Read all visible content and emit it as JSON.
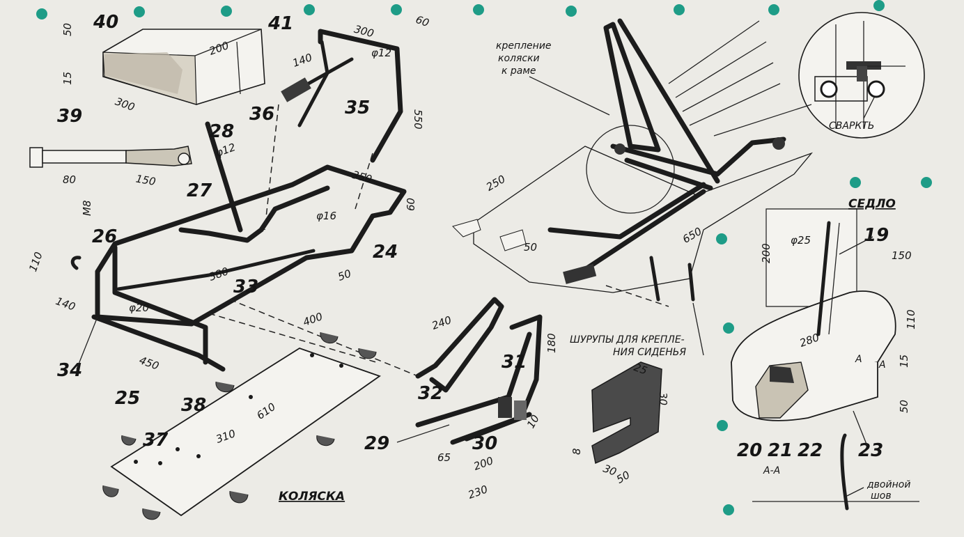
{
  "title": "КОЛЯСКА",
  "seat_title": "СЕДЛО",
  "section_label": "А-А",
  "notes": {
    "mount": [
      "крепление",
      "коляски",
      "к раме"
    ],
    "weld": "СВАРКТЬ",
    "screws": [
      "ШУРУПЫ ДЛЯ КРЕПЛЕ-",
      "НИЯ СИДЕНЬЯ"
    ],
    "double_seam": [
      "двойной",
      "шов"
    ],
    "section_marker": "А"
  },
  "part_numbers": [
    "19",
    "20",
    "21",
    "22",
    "23",
    "24",
    "25",
    "26",
    "27",
    "28",
    "29",
    "30",
    "31",
    "32",
    "33",
    "34",
    "35",
    "36",
    "37",
    "38",
    "39",
    "40",
    "41"
  ],
  "dimensions": {
    "d50": "50",
    "d15": "15",
    "d200": "200",
    "d300": "300",
    "d140": "140",
    "d300b": "300",
    "d60": "60",
    "d12": "φ12",
    "d550": "550",
    "d350": "350",
    "d12b": "φ12",
    "d80": "80",
    "d150": "150",
    "dM8": "M8",
    "d16": "φ16",
    "d60b": "60",
    "d380": "380",
    "d110": "110",
    "d140b": "140",
    "d20": "φ20",
    "d50b": "50",
    "d400": "400",
    "d450": "450",
    "d310": "310",
    "d610": "610",
    "d240": "240",
    "d180": "180",
    "d65": "65",
    "d200b": "200",
    "d230": "230",
    "d10": "10",
    "d250": "250",
    "d50c": "50",
    "d650": "650",
    "d25": "25",
    "d30": "30",
    "d8": "8",
    "d30b": "30",
    "d50d": "50",
    "d200c": "200",
    "d25s": "φ25",
    "d150b": "150",
    "d280": "280",
    "d110b": "110",
    "d15b": "15",
    "d50e": "50"
  },
  "colors": {
    "ink": "#1a1a1a",
    "paper": "#ecebe6",
    "dot": "#1e9c87"
  }
}
